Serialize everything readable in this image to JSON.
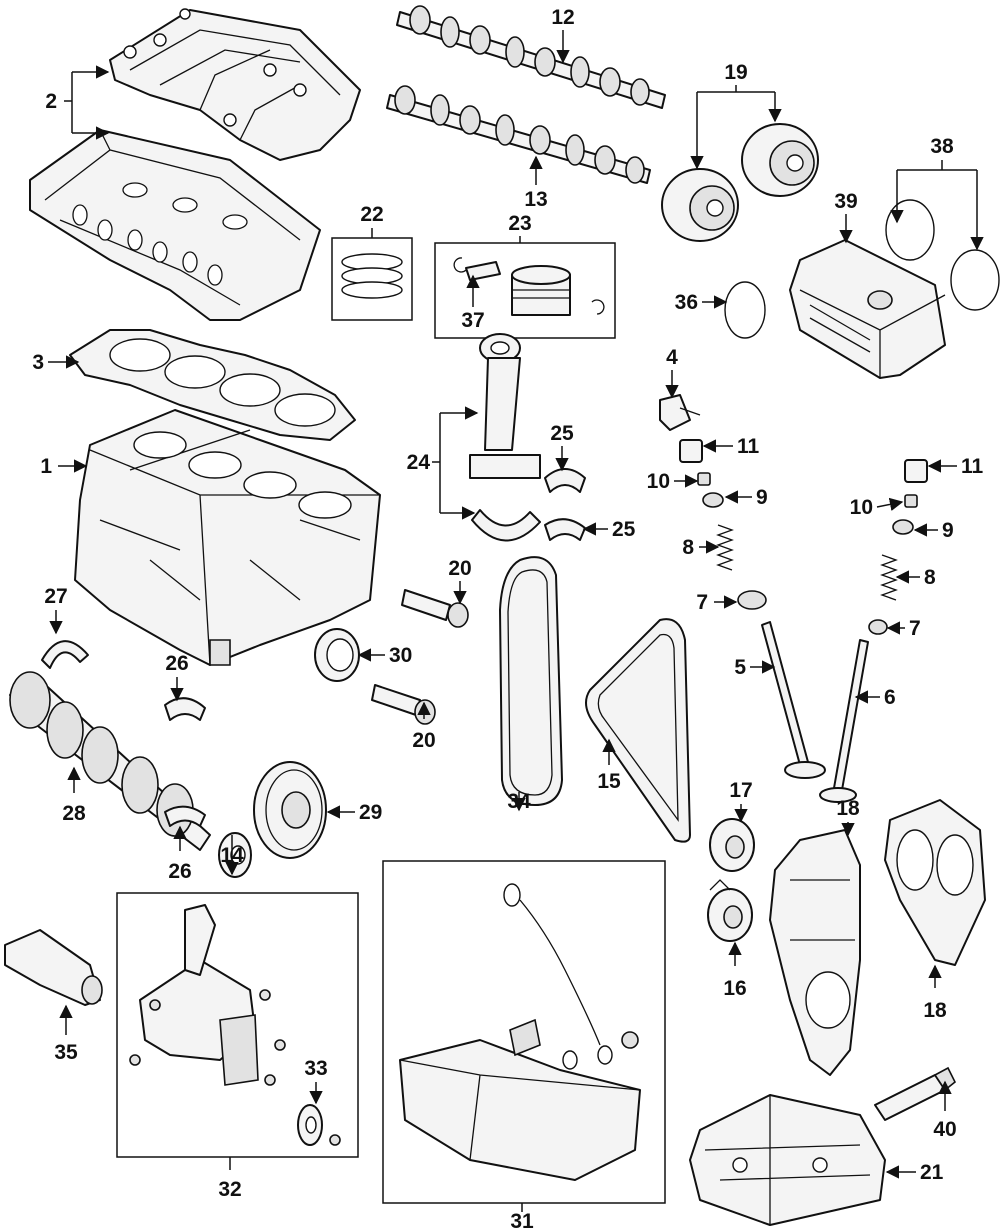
{
  "callouts": {
    "c1": "1",
    "c2": "2",
    "c3": "3",
    "c4": "4",
    "c5": "5",
    "c6": "6",
    "c7a": "7",
    "c7b": "7",
    "c8a": "8",
    "c8b": "8",
    "c9a": "9",
    "c9b": "9",
    "c10a": "10",
    "c10b": "10",
    "c11a": "11",
    "c11b": "11",
    "c12": "12",
    "c13": "13",
    "c14": "14",
    "c15": "15",
    "c16": "16",
    "c17": "17",
    "c18a": "18",
    "c18b": "18",
    "c19": "19",
    "c20a": "20",
    "c20b": "20",
    "c21": "21",
    "c22": "22",
    "c23": "23",
    "c24": "24",
    "c25a": "25",
    "c25b": "25",
    "c26a": "26",
    "c26b": "26",
    "c27": "27",
    "c28": "28",
    "c29": "29",
    "c30": "30",
    "c31": "31",
    "c32": "32",
    "c33": "33",
    "c34": "34",
    "c35": "35",
    "c36": "36",
    "c37": "37",
    "c38": "38",
    "c39": "39",
    "c40": "40"
  }
}
